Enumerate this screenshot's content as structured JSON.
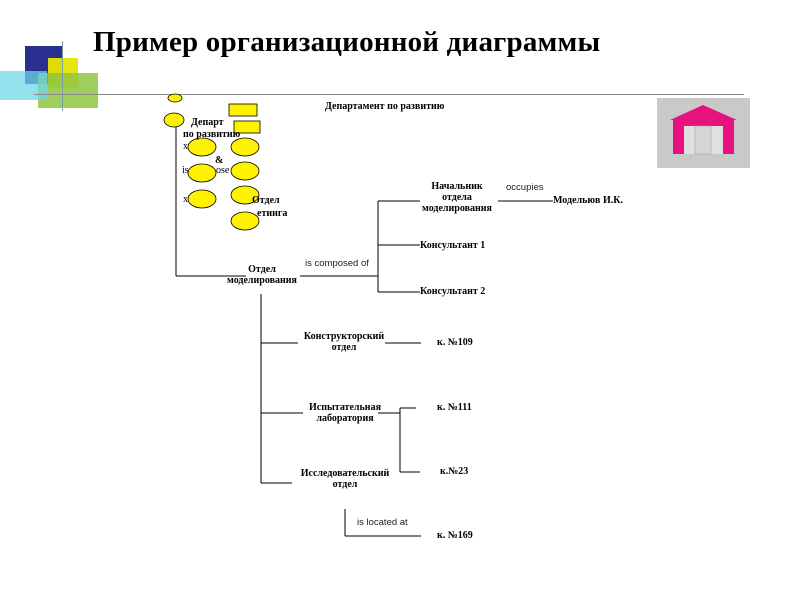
{
  "slide": {
    "title": "Пример организационной диаграммы",
    "colors": {
      "deco_blue": "#2b2f8f",
      "deco_yellow": "#e8e500",
      "deco_green": "#8ec63f",
      "deco_cyan": "#6fd6e8",
      "icon_magenta": "#e8127e",
      "ellipse_yellow": "#fff200"
    }
  },
  "diagram": {
    "top_label": "Департамент по развитию",
    "overlap": {
      "dept_line1": "Департ",
      "dept_line2": "по развитию",
      "x1": "x",
      "x2": "x",
      "x3": "x",
      "is_prefix": "is",
      "compose_frag": "ose",
      "amp": "&",
      "otdel": "Отдел",
      "marketing_frag": "етинга"
    },
    "model_dept": {
      "line1": "Отдел",
      "line2": "моделирования"
    },
    "head": {
      "line1": "Начальник",
      "line2": "отдела",
      "line3": "моделирования"
    },
    "occupies": "occupies",
    "head_person": "Модельюв И.К.",
    "consultant1": "Консультант 1",
    "consultant2": "Консультант 2",
    "is_composed_of": "is composed of",
    "design_dept": {
      "line1": "Конструкторский",
      "line2": "отдел"
    },
    "room_109": "к. №109",
    "test_lab": {
      "line1": "Испытательная",
      "line2": "лаборатория"
    },
    "room_111": "к. №111",
    "research_dept": {
      "line1": "Исследовательский",
      "line2": "отдел"
    },
    "room_23": "к.№23",
    "is_located_at": "is located at",
    "room_169": "к. №169"
  }
}
